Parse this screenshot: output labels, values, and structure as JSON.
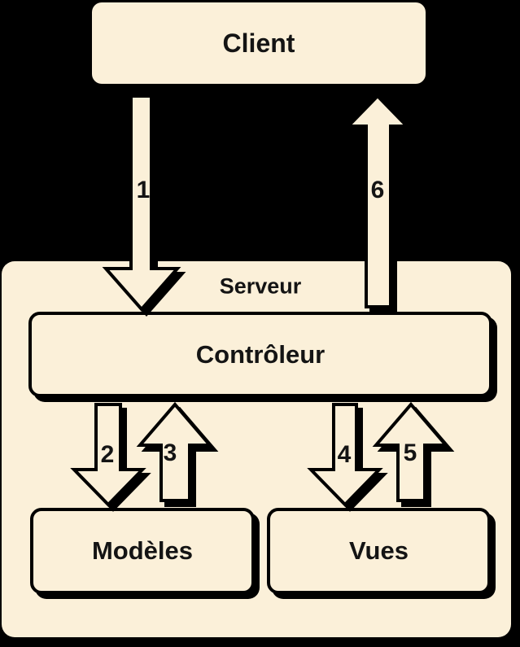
{
  "nodes": {
    "client": {
      "label": "Client"
    },
    "server": {
      "label": "Serveur"
    },
    "controller": {
      "label": "Contrôleur"
    },
    "models": {
      "label": "Modèles"
    },
    "views": {
      "label": "Vues"
    }
  },
  "arrows": [
    {
      "label": "1",
      "from": "Client",
      "to": "Contrôleur",
      "direction": "down"
    },
    {
      "label": "2",
      "from": "Contrôleur",
      "to": "Modèles",
      "direction": "down"
    },
    {
      "label": "3",
      "from": "Modèles",
      "to": "Contrôleur",
      "direction": "up"
    },
    {
      "label": "4",
      "from": "Contrôleur",
      "to": "Vues",
      "direction": "down"
    },
    {
      "label": "5",
      "from": "Vues",
      "to": "Contrôleur",
      "direction": "up"
    },
    {
      "label": "6",
      "from": "Contrôleur",
      "to": "Client",
      "direction": "up"
    }
  ],
  "colors": {
    "background": "#000000",
    "box_fill": "#FBF0D9",
    "outline": "#000000",
    "text": "#141414"
  }
}
